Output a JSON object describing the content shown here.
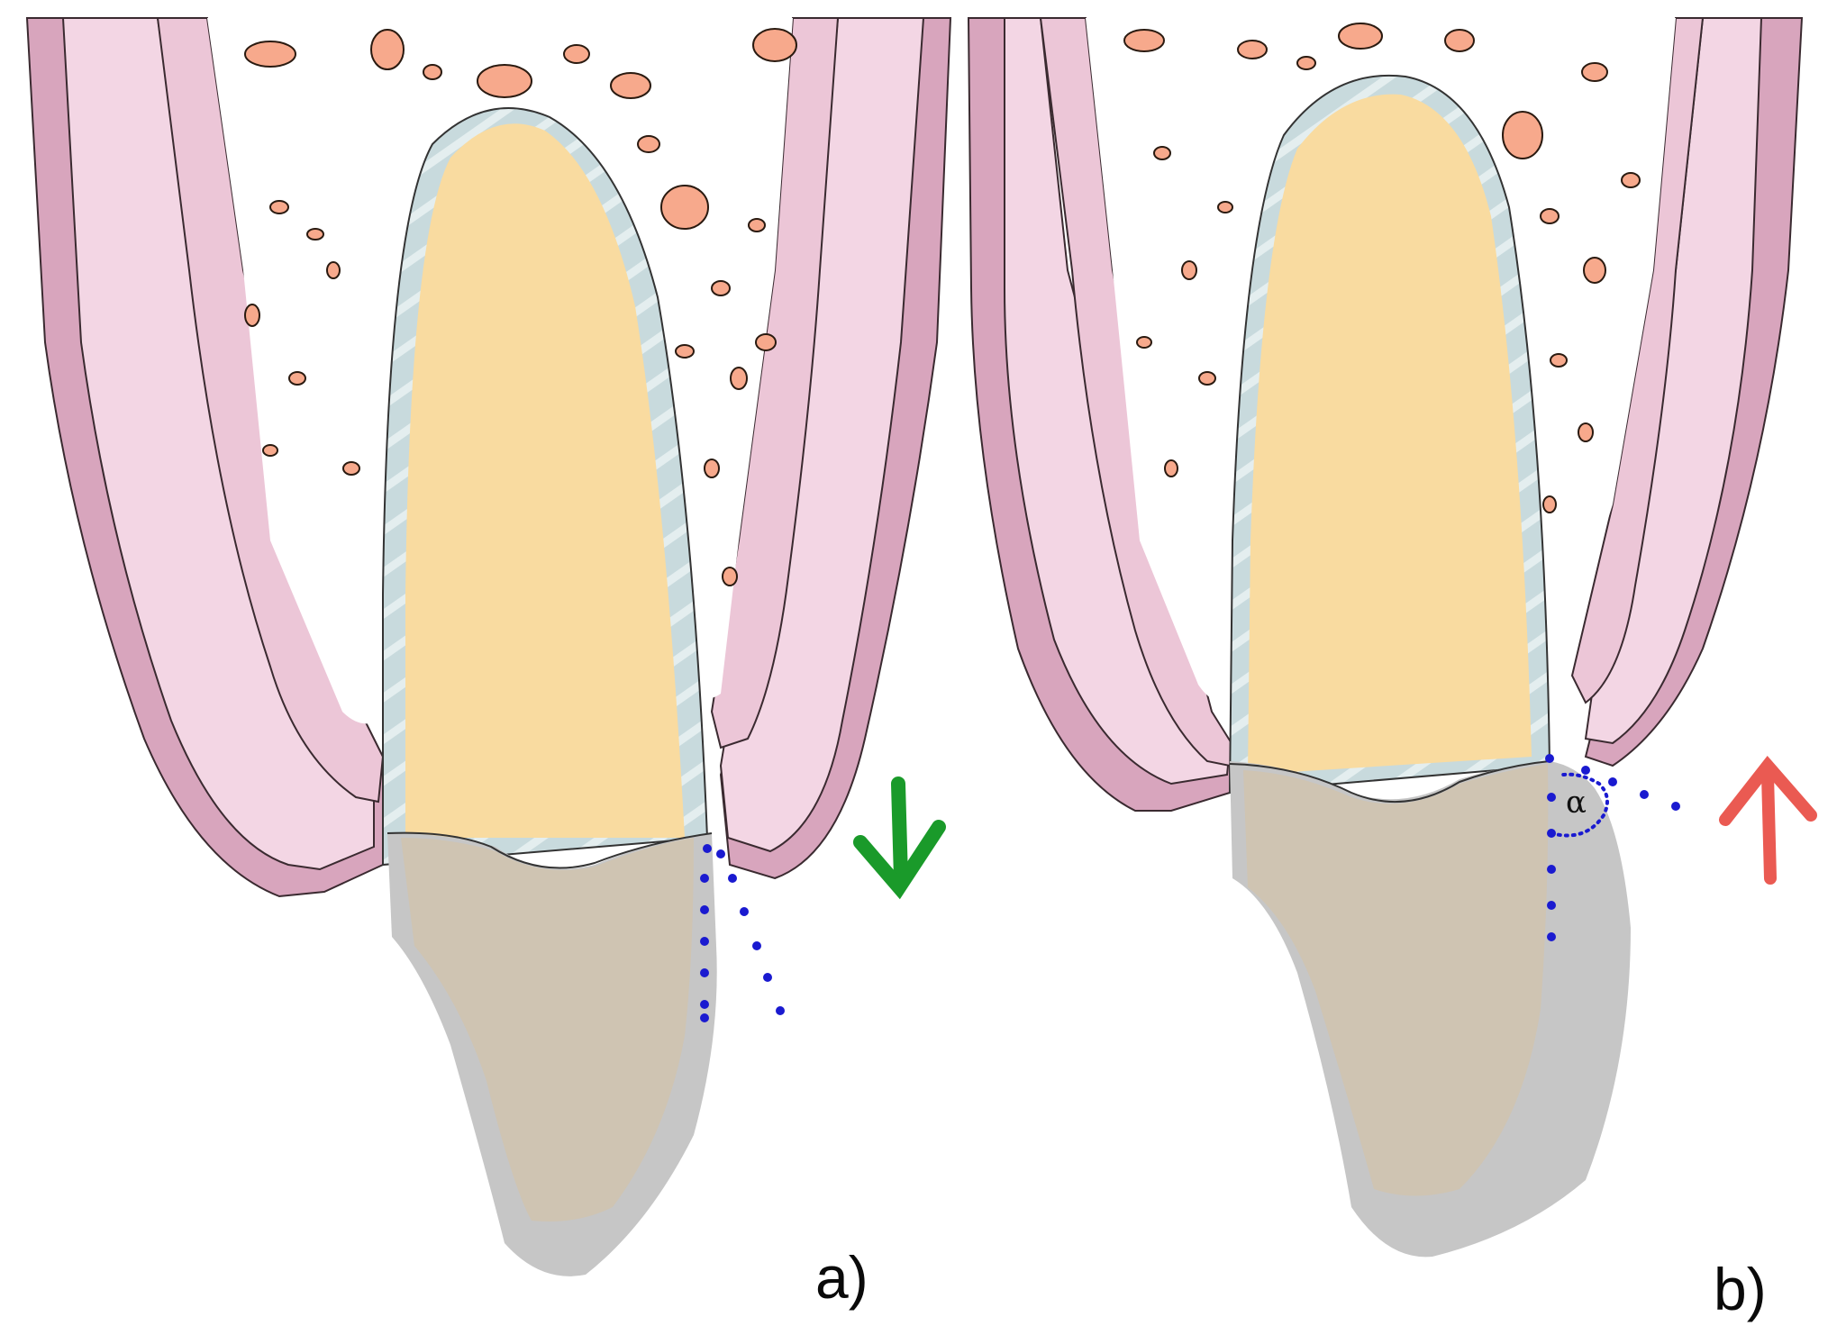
{
  "panels": [
    {
      "id": "a",
      "label": "a)"
    },
    {
      "id": "b",
      "label": "b)"
    }
  ],
  "angle_symbol": "α",
  "colors": {
    "gingiva_outer": "#d8a5bd",
    "gingiva_inner": "#f3d6e4",
    "periosteum": "#ecc6d7",
    "bone_background": "#ffffff",
    "bone_spots": "#f7a98c",
    "root_pulp": "#f9dba0",
    "periodontal_ligament": "#c8dadd",
    "crown_enamel": "#c6c6c6",
    "crown_dentin": "#cfc4b2",
    "margin_dots": "#1a1ad0",
    "arrow_down": "#1a9a2a",
    "arrow_up": "#ea5a52"
  },
  "icons": {
    "arrow_a": "arrow-down-icon",
    "arrow_b": "arrow-up-icon"
  }
}
